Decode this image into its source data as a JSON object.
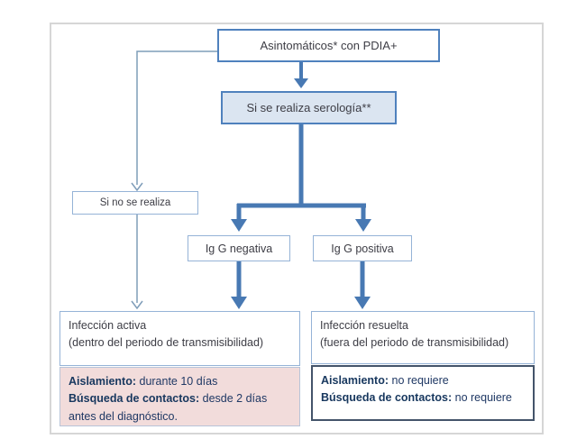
{
  "flow": {
    "top_box": {
      "label": "Asintomáticos* con PDIA+"
    },
    "serology_box": {
      "label": "Si se realiza serología**"
    },
    "no_serology_box": {
      "label": "Si no se realiza"
    },
    "igg_negative_box": {
      "label": "Ig G negativa"
    },
    "igg_positive_box": {
      "label": "Ig G positiva"
    },
    "active_infection": {
      "title": "Infección activa",
      "subtitle": "(dentro del periodo de transmisibilidad)",
      "isolation_label": "Aislamiento:",
      "isolation_value": " durante 10 días",
      "contacts_label": "Búsqueda de contactos:",
      "contacts_value": " desde 2 días antes del diagnóstico."
    },
    "resolved_infection": {
      "title": "Infección resuelta",
      "subtitle": "(fuera del periodo de transmisibilidad)",
      "isolation_label": "Aislamiento:",
      "isolation_value": " no requiere",
      "contacts_label": "Búsqueda de contactos:",
      "contacts_value": " no requiere"
    },
    "colors": {
      "accent_blue": "#4f81bd",
      "light_blue_fill": "#dbe5f1",
      "pink_fill": "#f2dcdb",
      "navy_text": "#1f3864",
      "thin_line": "#7f9db9",
      "frame_gray": "#d6d6d6"
    }
  }
}
